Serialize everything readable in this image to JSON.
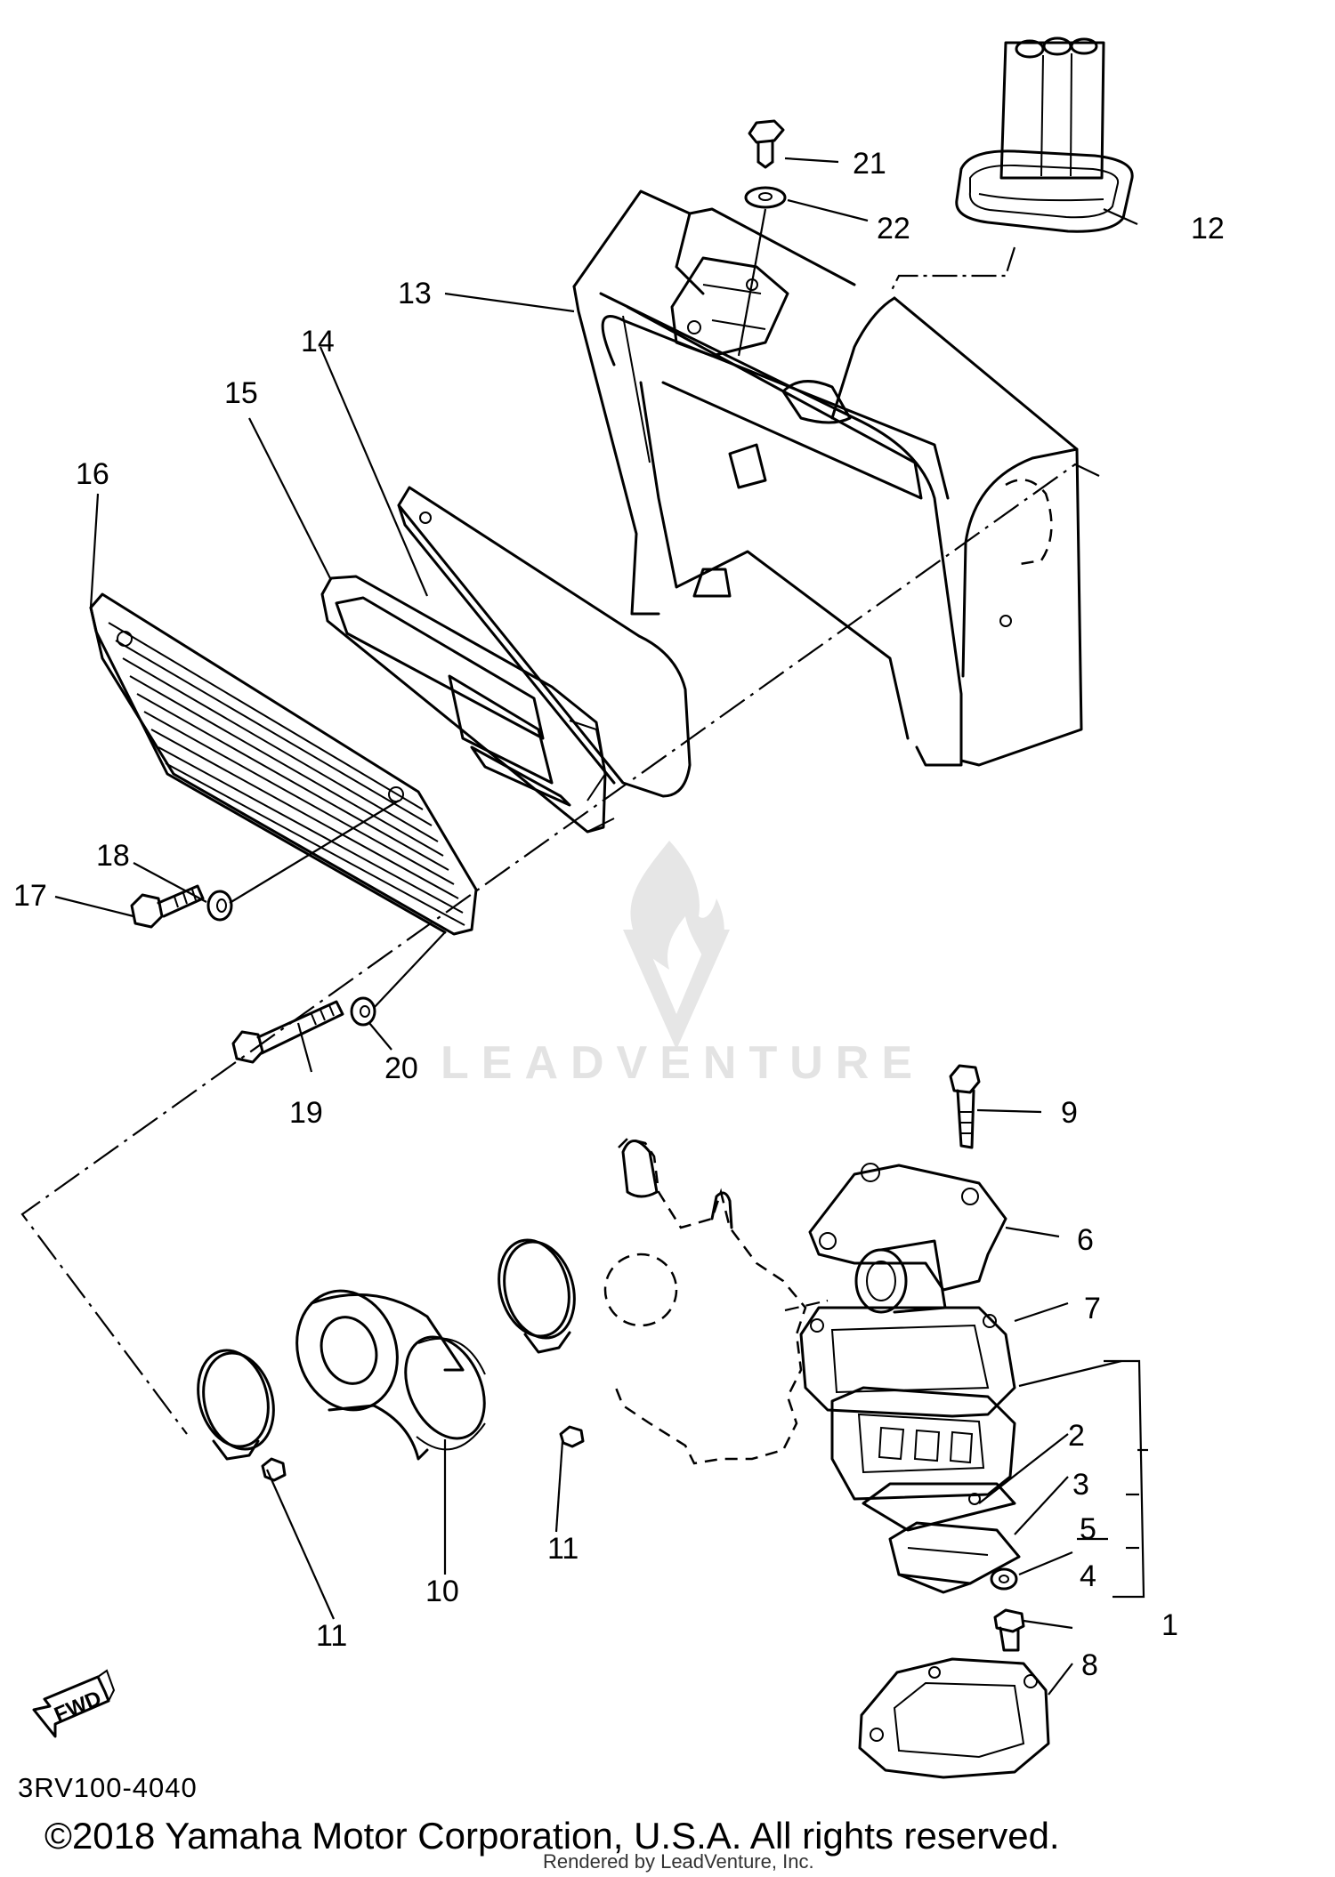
{
  "callouts": [
    {
      "id": "c1",
      "text": "1"
    },
    {
      "id": "c2",
      "text": "2"
    },
    {
      "id": "c3",
      "text": "3"
    },
    {
      "id": "c4",
      "text": "4"
    },
    {
      "id": "c5",
      "text": "5"
    },
    {
      "id": "c6",
      "text": "6"
    },
    {
      "id": "c7",
      "text": "7"
    },
    {
      "id": "c8",
      "text": "8"
    },
    {
      "id": "c9",
      "text": "9"
    },
    {
      "id": "c10",
      "text": "10"
    },
    {
      "id": "c11a",
      "text": "11"
    },
    {
      "id": "c11b",
      "text": "11"
    },
    {
      "id": "c12",
      "text": "12"
    },
    {
      "id": "c13",
      "text": "13"
    },
    {
      "id": "c14",
      "text": "14"
    },
    {
      "id": "c15",
      "text": "15"
    },
    {
      "id": "c16",
      "text": "16"
    },
    {
      "id": "c17",
      "text": "17"
    },
    {
      "id": "c18",
      "text": "18"
    },
    {
      "id": "c19",
      "text": "19"
    },
    {
      "id": "c20",
      "text": "20"
    },
    {
      "id": "c21",
      "text": "21"
    },
    {
      "id": "c22",
      "text": "22"
    }
  ],
  "fwd_arrow_text": "FWD",
  "watermark_text": "LEADVENTURE",
  "diagram_code": "3RV100-4040",
  "copyright": "©2018 Yamaha Motor Corporation, U.S.A. All rights reserved.",
  "rendered_by": "Rendered by LeadVenture, Inc."
}
